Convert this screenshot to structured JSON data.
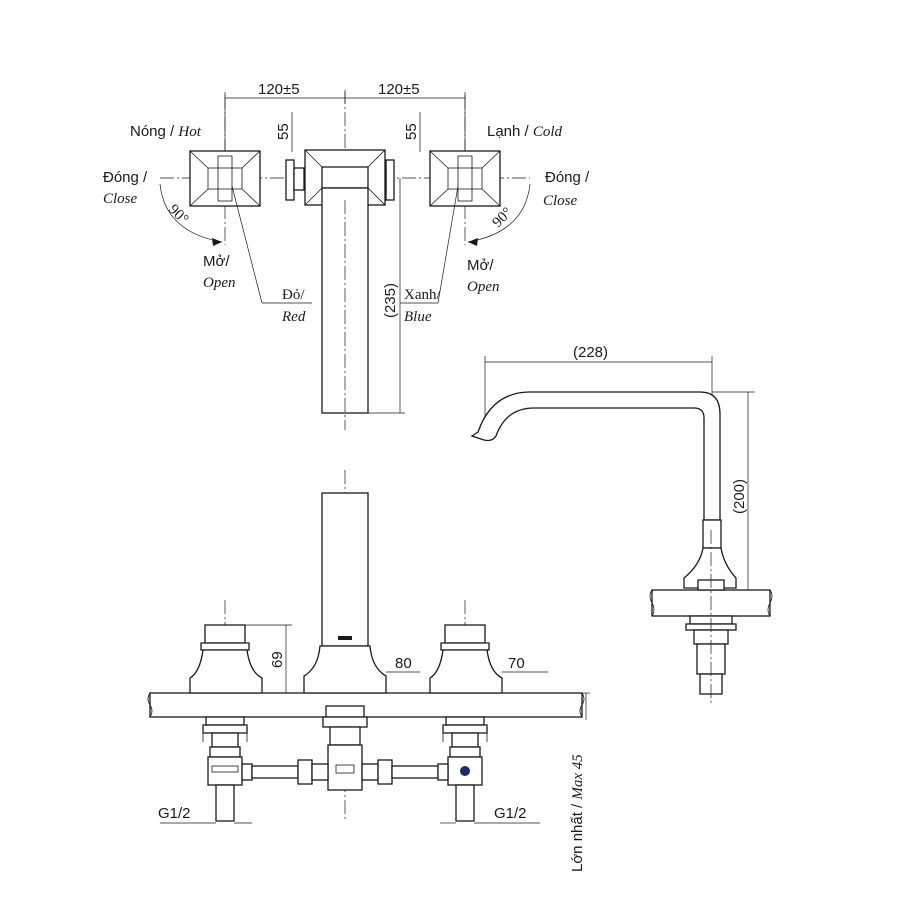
{
  "top_view": {
    "dim_left": "120±5",
    "dim_right": "120±5",
    "dim_55_left": "55",
    "dim_55_right": "55",
    "dim_spout": "(235)",
    "hot_label": "Nóng / ",
    "hot_label_en": "Hot",
    "cold_label": "Lạnh / ",
    "cold_label_en": "Cold",
    "close_left_vi": "Đóng /",
    "close_left_en": "Close",
    "close_right_vi": "Đóng /",
    "close_right_en": "Close",
    "angle_left": "90°",
    "angle_right": "90°",
    "open_left_vi": "Mở/",
    "open_left_en": "Open",
    "open_right_vi": "Mở/",
    "open_right_en": "Open",
    "red_vi": "Đỏ/",
    "red_en": "Red",
    "blue_vi": "Xanh/",
    "blue_en": "Blue"
  },
  "side_view": {
    "dim_reach": "(228)",
    "dim_height": "(200)"
  },
  "front_view": {
    "dim_69": "69",
    "dim_80": "80",
    "dim_70": "70",
    "thread_left": "G1/2",
    "thread_right": "G1/2",
    "max_label_vi": "Lớn nhất / ",
    "max_label_en": "Max 45"
  },
  "colors": {
    "line": "#1a1a1a",
    "indicator": "#1b2a6b"
  }
}
